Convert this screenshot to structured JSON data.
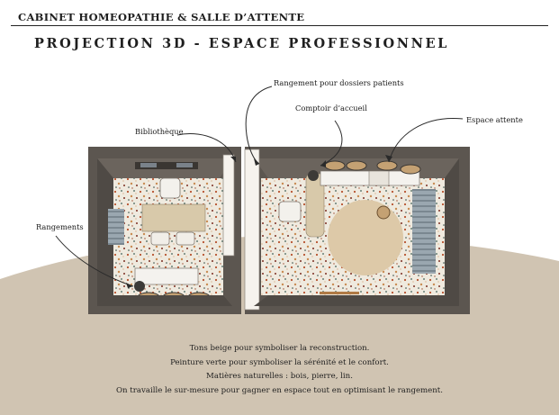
{
  "header": {
    "title": "CABINET HOMEOPATHIE & SALLE D’ATTENTE",
    "subtitle": "PROJECTION 3D - ESPACE PROFESSIONNEL"
  },
  "callouts": {
    "rangement_dossiers": "Rangement pour dossiers patients",
    "comptoir": "Comptoir d’accueil",
    "espace_attente": "Espace attente",
    "bibliotheque": "Bibliothèque",
    "rangements": "Rangements"
  },
  "caption": [
    "Tons beige pour symboliser la reconstruction.",
    "Peinture verte pour symboliser la sérénité et le confort.",
    "Matières naturelles : bois, pierre, lin.",
    "On travaille le sur-mesure pour gagner en espace tout en optimisant le rangement."
  ],
  "colors": {
    "wall": "#5c5650",
    "floor_terrazzo": "#efeadf",
    "beige_ground": "#d0c4b2",
    "wood": "#c4a173",
    "rug": "#ddc9a8"
  }
}
